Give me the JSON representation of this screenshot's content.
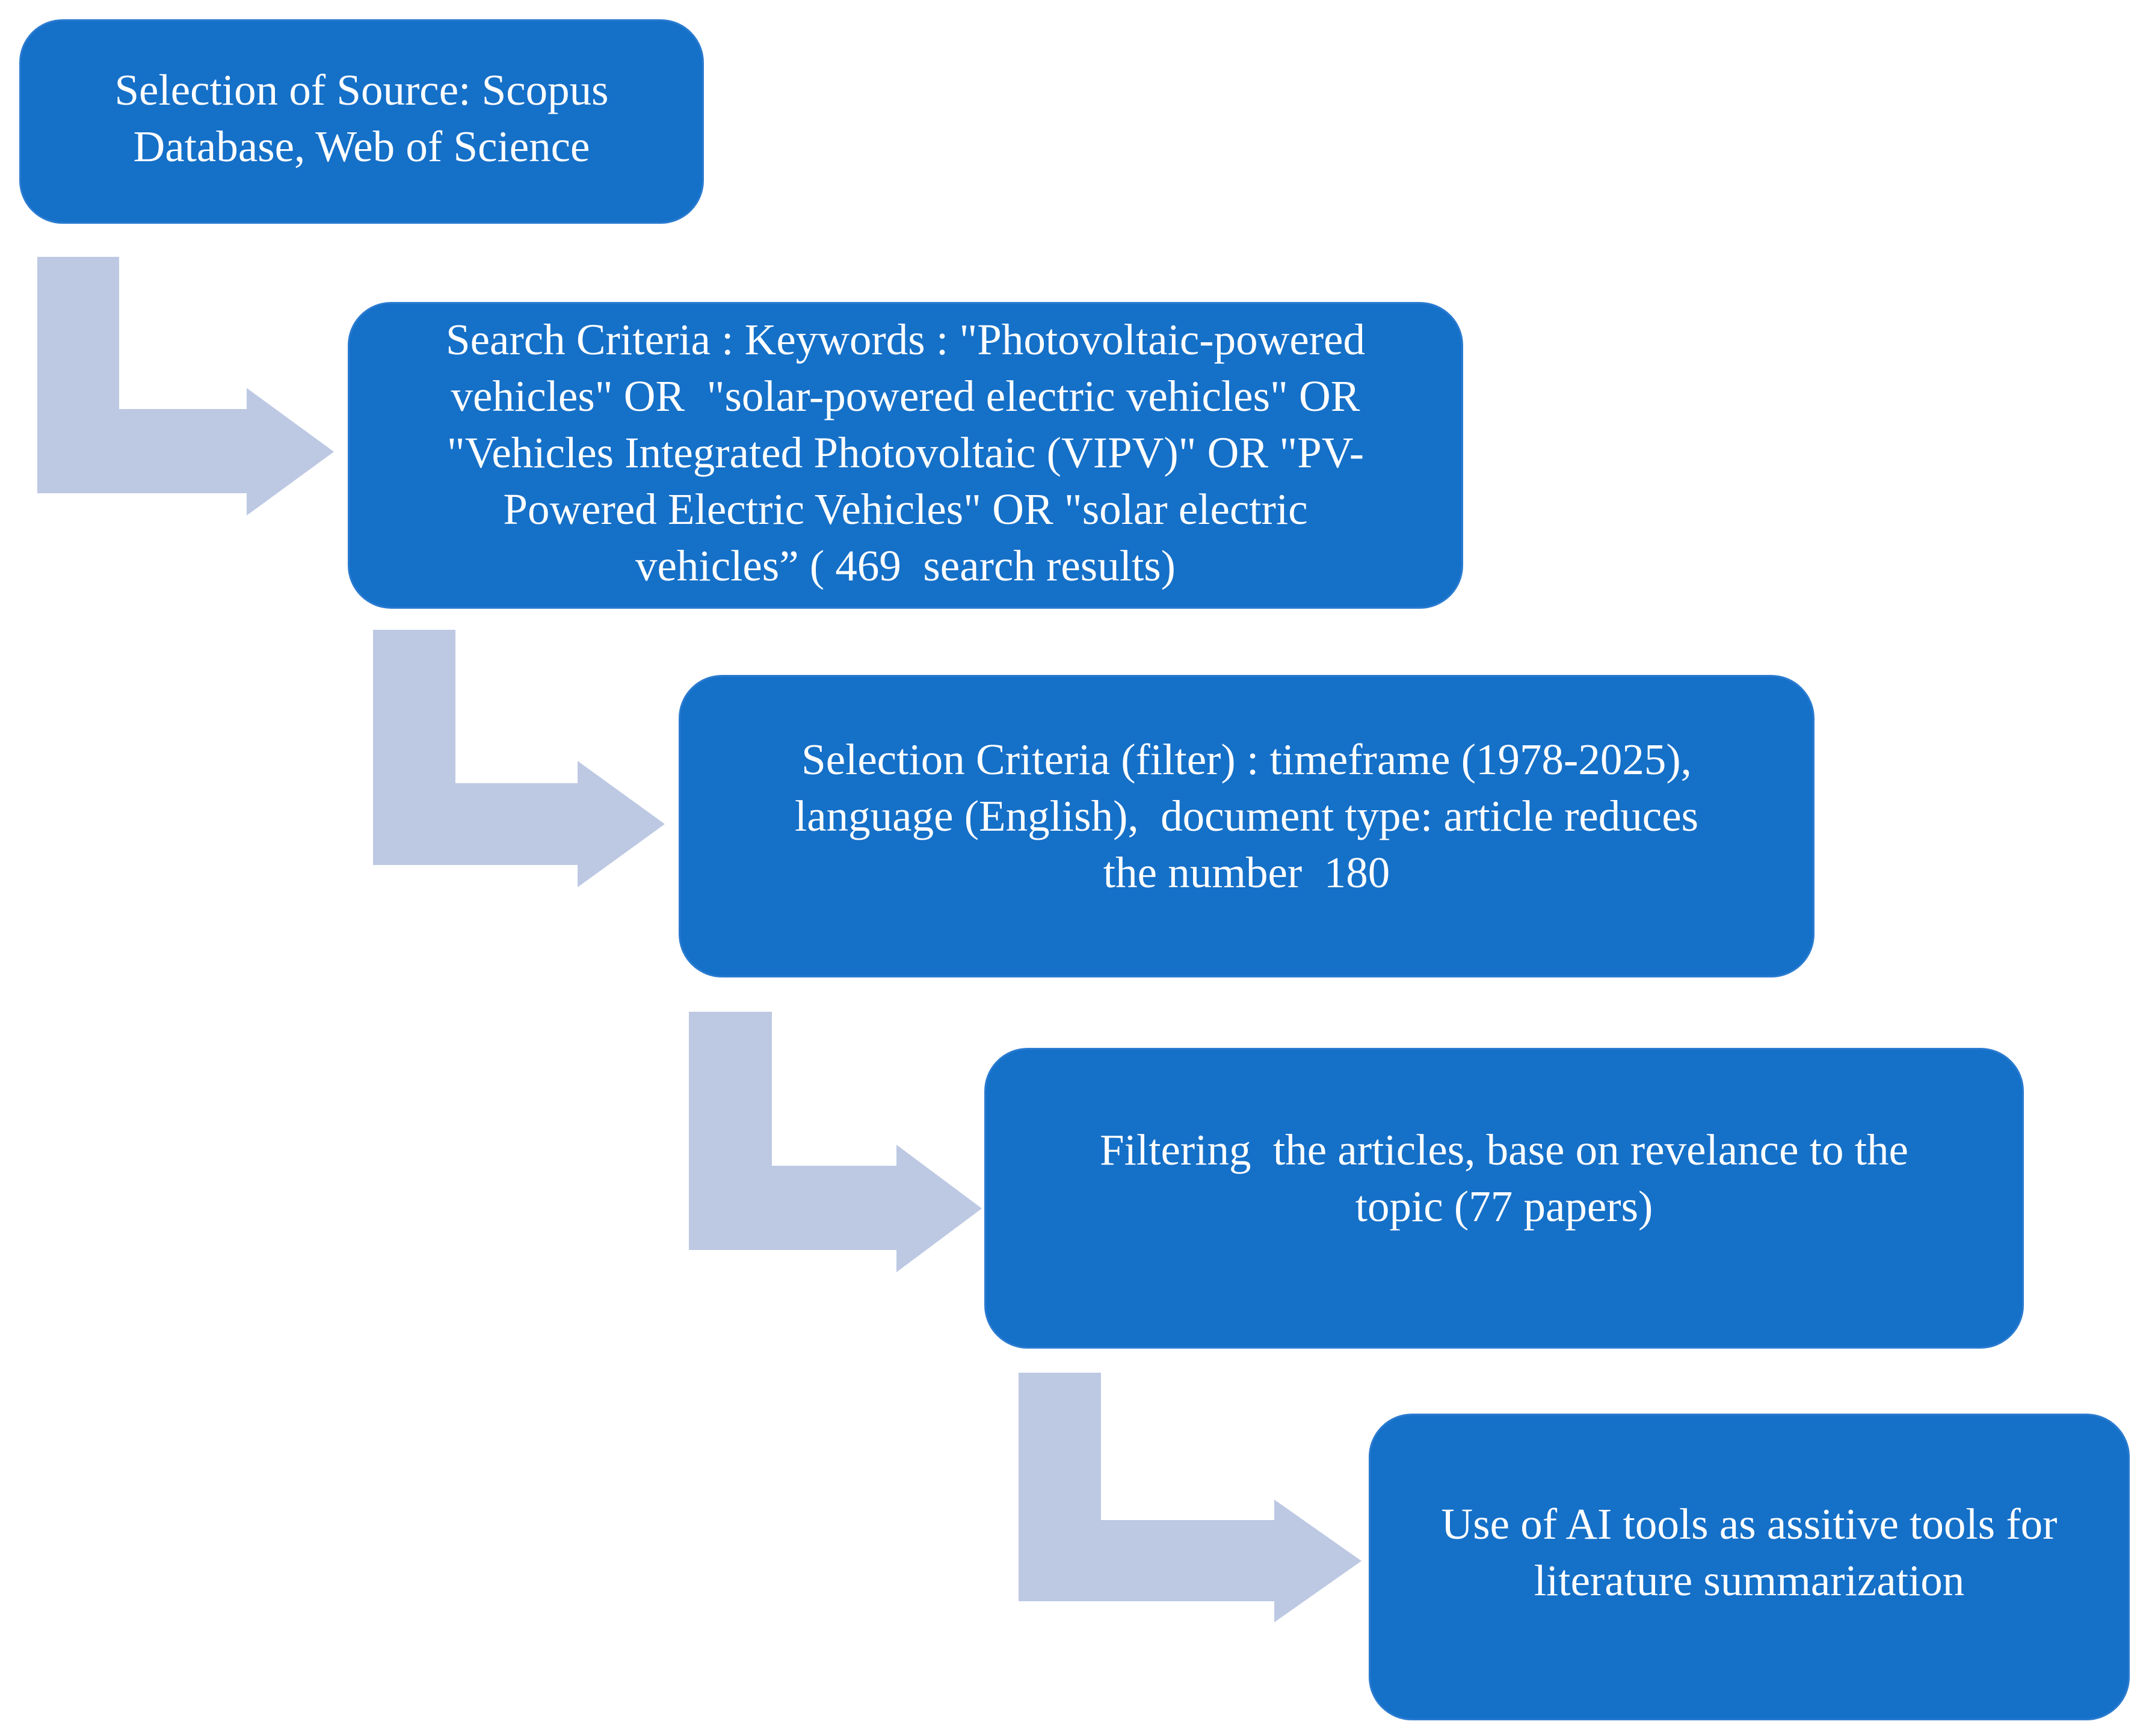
{
  "diagram": {
    "accent_color": "#1570c8",
    "arrow_color": "#bdc9e3",
    "text_color": "#ffffff",
    "steps": [
      {
        "id": "source-selection",
        "lines": [
          "Selection of Source: Scopus",
          "Database, Web of Science"
        ]
      },
      {
        "id": "search-criteria",
        "lines": [
          "Search Criteria : Keywords : \"Photovoltaic-powered",
          "vehicles\" OR  \"solar-powered electric vehicles\" OR",
          "\"Vehicles Integrated Photovoltaic (VIPV)\" OR \"PV-",
          "Powered Electric Vehicles\" OR \"solar electric",
          "vehicles” ( 469  search results)"
        ]
      },
      {
        "id": "selection-criteria",
        "lines": [
          "Selection Criteria (filter) : timeframe (1978-2025),",
          "language (English),  document type: article reduces",
          "the number  180"
        ]
      },
      {
        "id": "relevance-filtering",
        "lines": [
          "Filtering  the articles, base on revelance to the",
          "topic (77 papers)"
        ]
      },
      {
        "id": "ai-tools",
        "lines": [
          "Use of AI tools as assitive tools for",
          "literature summarization"
        ]
      }
    ],
    "connections": [
      {
        "from": "source-selection",
        "to": "search-criteria"
      },
      {
        "from": "search-criteria",
        "to": "selection-criteria"
      },
      {
        "from": "selection-criteria",
        "to": "relevance-filtering"
      },
      {
        "from": "relevance-filtering",
        "to": "ai-tools"
      }
    ]
  }
}
